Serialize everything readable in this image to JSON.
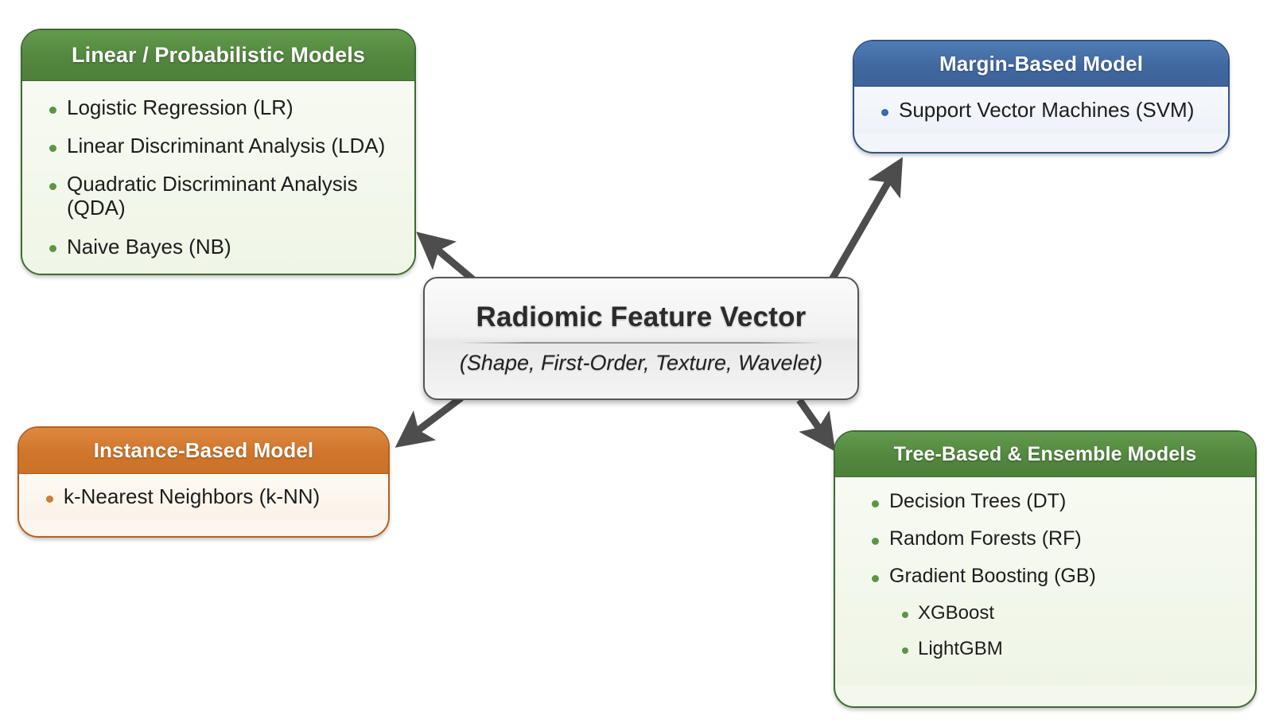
{
  "diagram": {
    "center": {
      "title": "Radiomic Feature Vector",
      "subtitle": "(Shape, First-Order, Texture, Wavelet)"
    },
    "cards": {
      "linear": {
        "header": "Linear / Probabilistic Models",
        "accent": "#4d8039",
        "items": [
          "Logistic Regression (LR)",
          "Linear Discriminant Analysis (LDA)",
          "Quadratic Discriminant Analysis (QDA)",
          "Naive Bayes (NB)"
        ]
      },
      "margin": {
        "header": "Margin-Based Model",
        "accent": "#3d6399",
        "items": [
          "Support Vector Machines (SVM)"
        ]
      },
      "instance": {
        "header": "Instance-Based Model",
        "accent": "#cb7128",
        "items": [
          "k-Nearest Neighbors (k-NN)"
        ]
      },
      "tree": {
        "header": "Tree-Based & Ensemble Models",
        "accent": "#4d8039",
        "items": [
          "Decision Trees (DT)",
          "Random Forests (RF)",
          "Gradient Boosting (GB)"
        ],
        "subitems": [
          "XGBoost",
          "LightGBM"
        ]
      }
    },
    "arrows": {
      "color": "#4d4d4d",
      "connections": [
        {
          "name": "center-to-linear",
          "from": "center",
          "to": "linear"
        },
        {
          "name": "center-to-margin",
          "from": "center",
          "to": "margin"
        },
        {
          "name": "center-to-instance",
          "from": "center",
          "to": "instance"
        },
        {
          "name": "center-to-tree",
          "from": "center",
          "to": "tree"
        }
      ]
    }
  }
}
